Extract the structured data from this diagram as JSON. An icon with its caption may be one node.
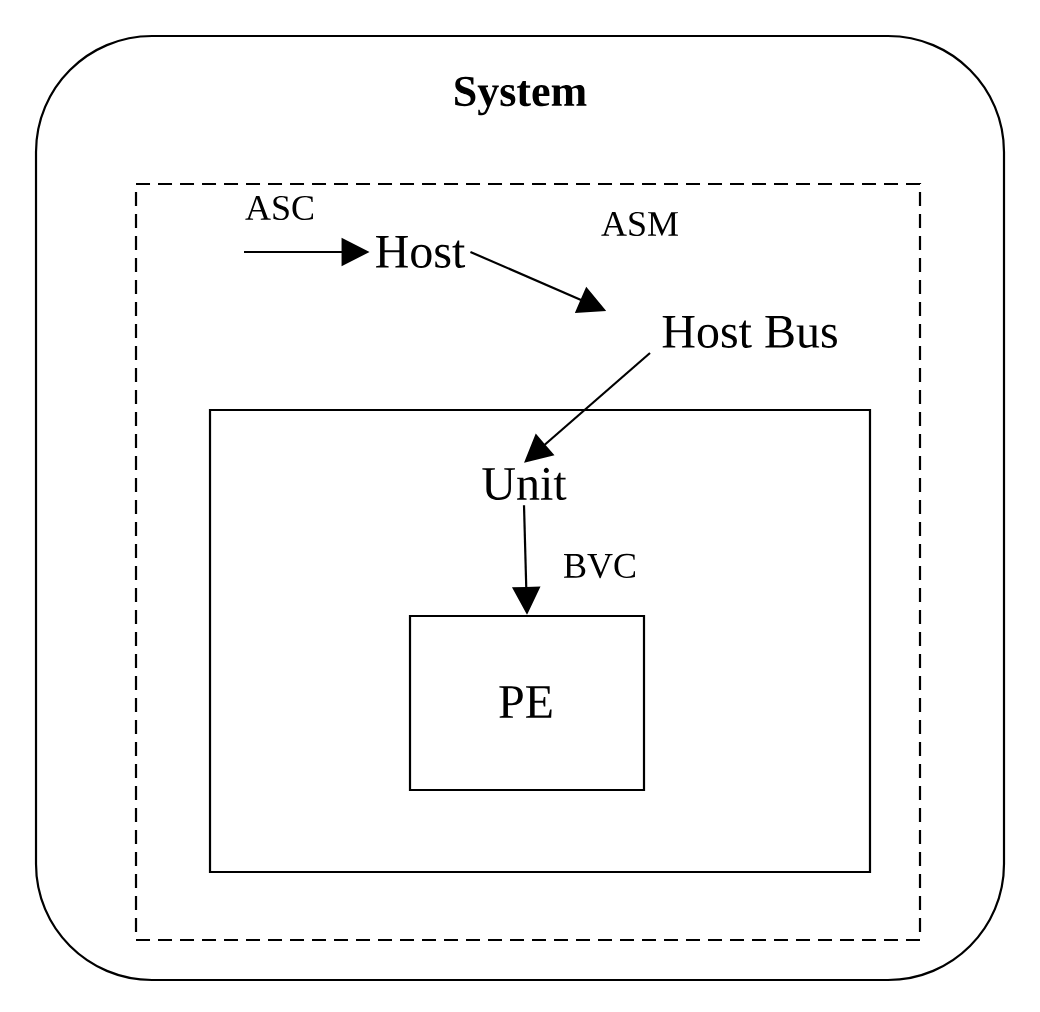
{
  "diagram": {
    "nodes": [
      {
        "text": [
          "System"
        ]
      },
      {
        "text": [],
        "shape": "box",
        "in": 0
      },
      {
        "text": [
          "Host"
        ],
        "in": 1
      },
      {
        "text": [
          "Host Bus"
        ],
        "in": 1
      },
      {
        "text": [
          "Unit"
        ],
        "in": 1
      },
      {
        "text": [
          "PE"
        ],
        "in": 4
      }
    ],
    "edges": [
      {
        "from": null,
        "to": 2,
        "arrow": "to",
        "label": "ASC"
      },
      {
        "from": 2,
        "to": 3,
        "arrow": "to",
        "label": "ASM"
      },
      {
        "from": 3,
        "to": 4,
        "arrow": "to"
      },
      {
        "from": 4,
        "to": 5,
        "arrow": "to",
        "label": "BVC"
      }
    ]
  }
}
